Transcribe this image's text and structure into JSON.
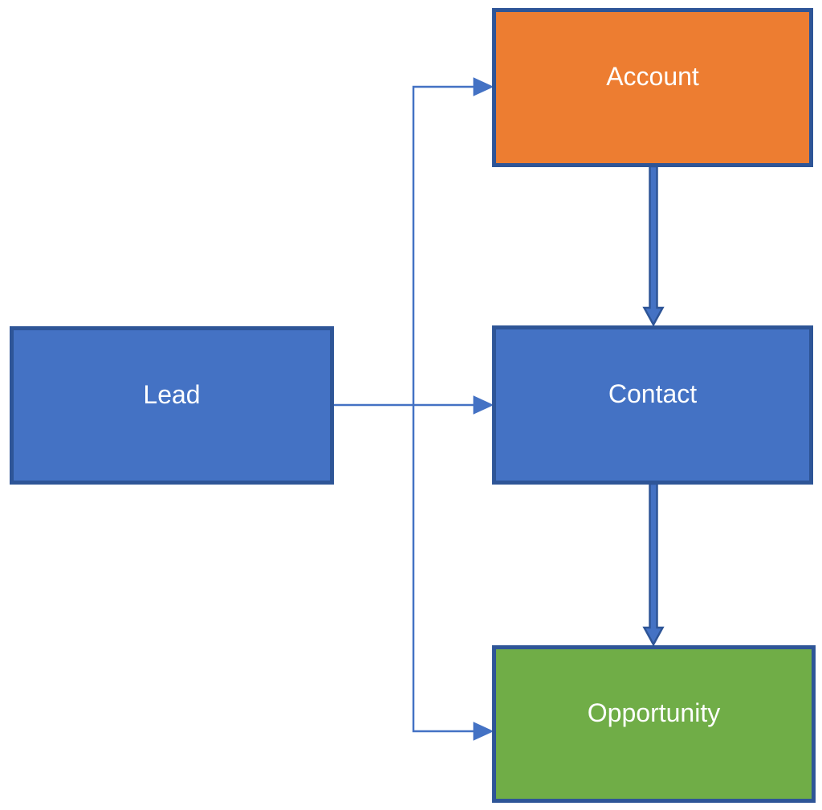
{
  "diagram": {
    "description": "CRM lead conversion flow diagram",
    "nodes": [
      {
        "id": "lead",
        "label": "Lead",
        "fill": "#4472C4"
      },
      {
        "id": "account",
        "label": "Account",
        "fill": "#ED7D31"
      },
      {
        "id": "contact",
        "label": "Contact",
        "fill": "#4472C4"
      },
      {
        "id": "opportunity",
        "label": "Opportunity",
        "fill": "#70AD47"
      }
    ],
    "edges": [
      {
        "from": "lead",
        "to": "account",
        "style": "thin-elbow-arrow"
      },
      {
        "from": "lead",
        "to": "contact",
        "style": "thin-straight-arrow"
      },
      {
        "from": "lead",
        "to": "opportunity",
        "style": "thin-elbow-arrow"
      },
      {
        "from": "account",
        "to": "contact",
        "style": "thick-block-arrow"
      },
      {
        "from": "contact",
        "to": "opportunity",
        "style": "thick-block-arrow"
      }
    ]
  },
  "colors": {
    "node_border": "#2E5597",
    "node_text": "#FFFFFF",
    "connector": "#4472C4",
    "connector_outline": "#2E5597",
    "background": "#FFFFFF"
  }
}
